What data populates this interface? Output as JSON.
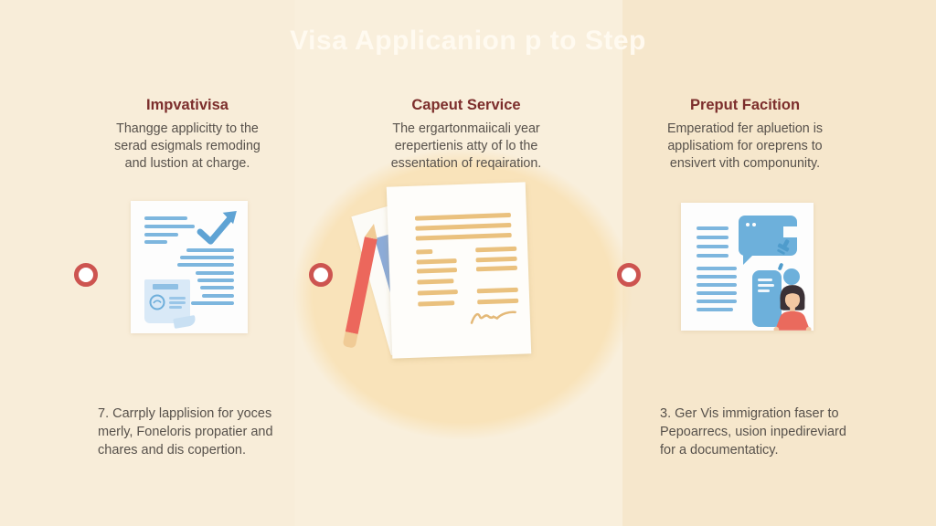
{
  "title": "Visa Applicanion p to Step",
  "columns": [
    {
      "heading": "Impvativisa",
      "lines": [
        "Thangge applicitty to the",
        "serad esigmals remoding",
        "and lustion at charge."
      ]
    },
    {
      "heading": "Capeut Service",
      "lines": [
        "The ergartonmaiicali year",
        "erepertienis atty of lo the",
        "essentation of reqairation."
      ]
    },
    {
      "heading": "Preput Facition",
      "lines": [
        "Emperatiod fer apluetion is",
        "applisatiom for oreprens to",
        "ensivert vith componunity."
      ]
    }
  ],
  "notes": [
    {
      "lines": [
        "7. Carrply lapplision for yoces",
        "merly, Foneloris propatier and",
        "chares and dis copertion."
      ]
    },
    {
      "lines": [
        "3. Ger Vis immigration faser to",
        "Pepoarrecs, usion inpedireviard",
        "for a documentaticy."
      ]
    }
  ],
  "icons": {
    "left": "approved-document-illustration",
    "center": "application-papers-illustration",
    "right": "support-chat-illustration",
    "marker": "step-ring-icon"
  },
  "colors": {
    "background_left": "#f8edd9",
    "background_mid": "#f9efdc",
    "background_right": "#f6e7cc",
    "circle": "#f9e3ba",
    "title": "#fffaf0",
    "heading": "#7c2e2c",
    "body_text": "#57514b",
    "ring": "#cd5450",
    "illustration_blue": "#6db0db",
    "illustration_blue_light": "#d9e9f7",
    "illustration_tan": "#eac17e",
    "pencil_red": "#ec675c",
    "person_shirt": "#ea6a5d",
    "person_skin": "#f2c7a2",
    "person_hair": "#3b3136"
  }
}
